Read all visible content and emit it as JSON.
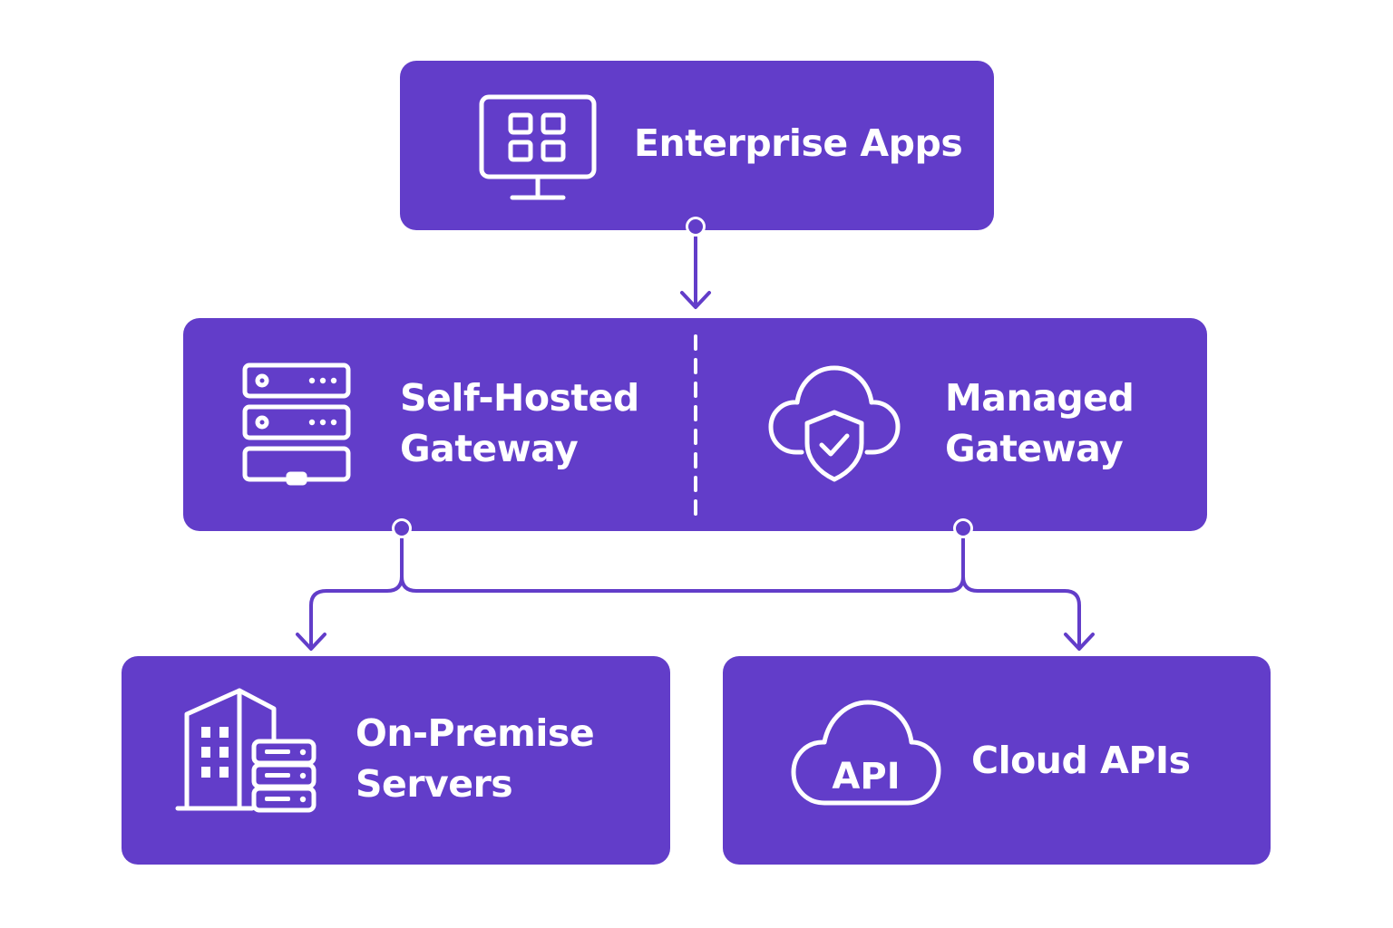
{
  "diagram": {
    "top": {
      "label": "Enterprise Apps",
      "icon": "monitor-apps-icon"
    },
    "middle": {
      "left": {
        "label_line1": "Self-Hosted",
        "label_line2": "Gateway",
        "icon": "server-rack-icon"
      },
      "right": {
        "label_line1": "Managed",
        "label_line2": "Gateway",
        "icon": "cloud-shield-icon"
      }
    },
    "bottom": {
      "left": {
        "label_line1": "On-Premise",
        "label_line2": "Servers",
        "icon": "building-servers-icon"
      },
      "right": {
        "label": "Cloud APIs",
        "icon": "cloud-api-icon",
        "icon_text": "API"
      }
    }
  },
  "colors": {
    "box_fill": "#623dc9",
    "connector": "#623dc9",
    "text": "#ffffff",
    "background": "#ffffff"
  }
}
